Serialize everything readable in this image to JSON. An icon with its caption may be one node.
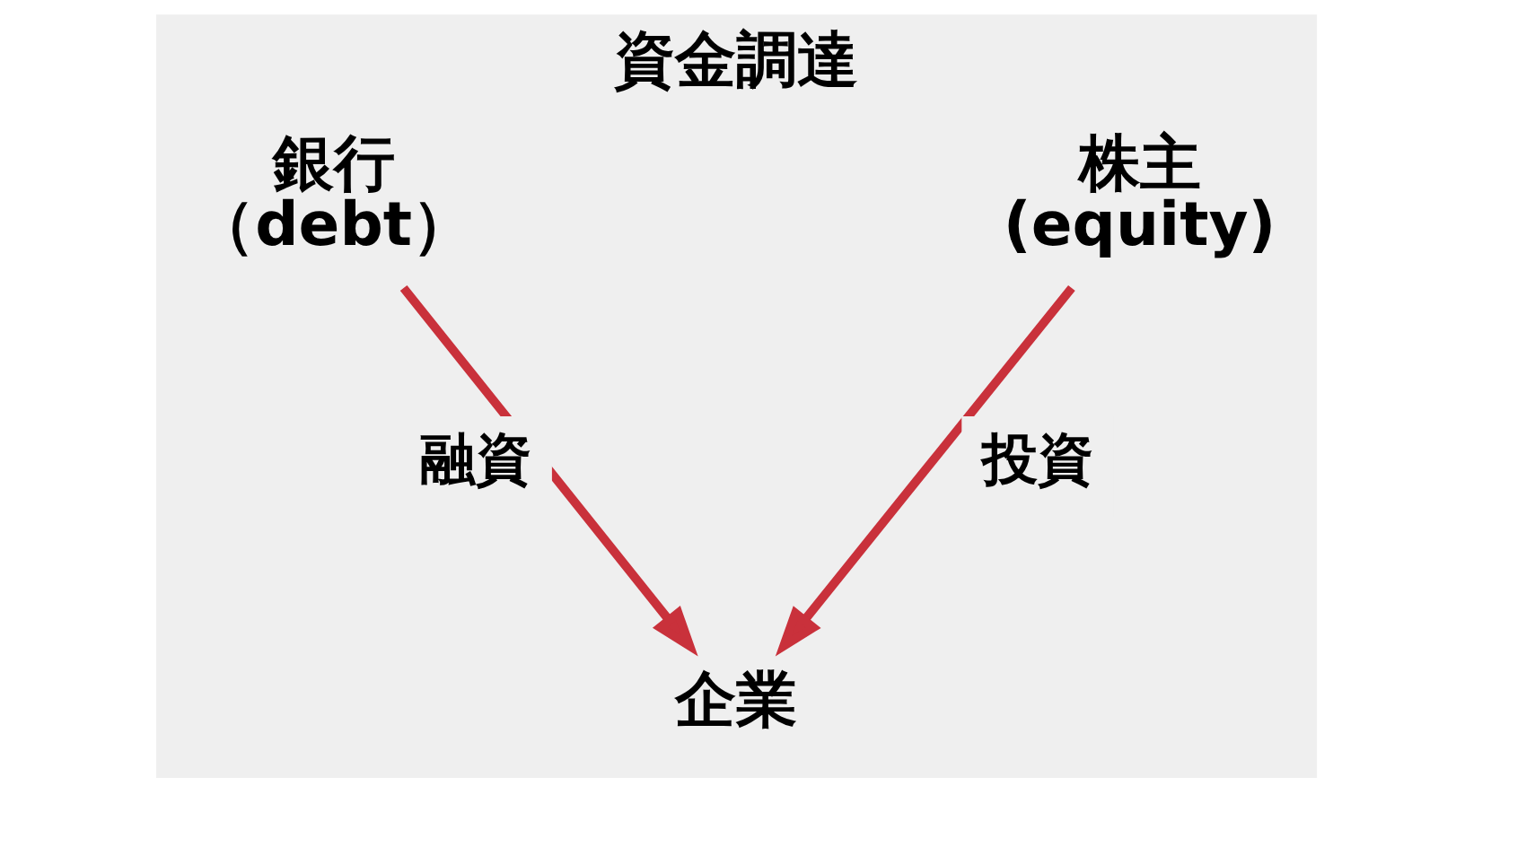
{
  "diagram": {
    "title": "資金調達",
    "nodes": [
      {
        "text": [
          "銀行",
          "（debt）"
        ]
      },
      {
        "text": [
          "株主",
          "(equity)"
        ]
      },
      {
        "text": [
          "企業"
        ]
      }
    ],
    "edges": [
      {
        "from": 0,
        "to": 2,
        "arrow": "to",
        "label": "融資"
      },
      {
        "from": 1,
        "to": 2,
        "arrow": "to",
        "label": "投資"
      }
    ]
  }
}
